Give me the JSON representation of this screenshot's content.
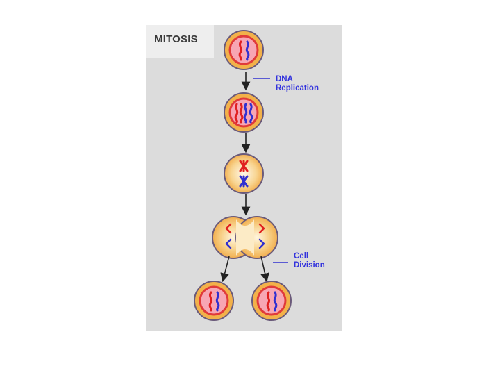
{
  "title": "MITOSIS",
  "annotations": {
    "dna_replication": {
      "line1": "DNA",
      "line2": "Replication"
    },
    "cell_division": {
      "line1": "Cell",
      "line2": "Division"
    }
  },
  "colors": {
    "panel": "#dcdcdc",
    "title_panel": "#eeeeee",
    "cell_body": "#f2b14a",
    "cell_outline": "#6a5a7a",
    "nucleus_ring": "#e03a3a",
    "nucleus_fill": "#f7a6b4",
    "chromosome_red": "#e02020",
    "chromosome_blue": "#3030d0",
    "label": "#3333dd",
    "arrow": "#222222"
  }
}
